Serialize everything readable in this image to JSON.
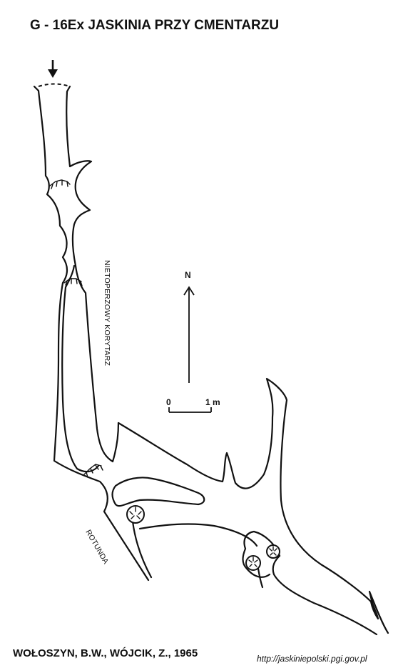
{
  "title": "G - 16Ex  JASKINIA PRZY CMENTARZU",
  "labels": {
    "corridor": "NIETOPERZOWY KORYTARZ",
    "rotunda": "ROTUNDA"
  },
  "compass": {
    "north": "N"
  },
  "scale": {
    "start": "0",
    "end": "1 m"
  },
  "authors": "WOŁOSZYN, B.W., WÓJCIK, Z., 1965",
  "source_url": "http://jaskiniepolski.pgi.gov.pl",
  "colors": {
    "ink": "#111111",
    "background": "#ffffff"
  },
  "icons": [
    "entrance-arrow-icon",
    "north-arrow-icon",
    "sinter-pillar-icon"
  ]
}
